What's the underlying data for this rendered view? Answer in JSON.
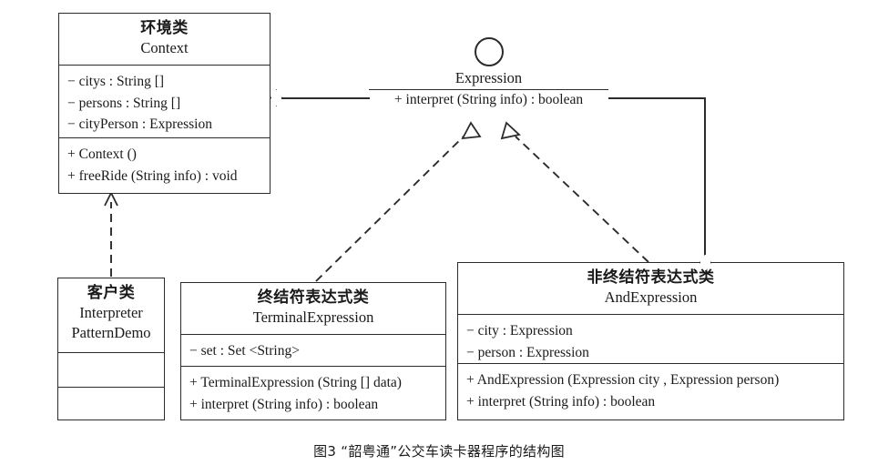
{
  "diagram": {
    "title_caption": "图3  “韶粤通”公交车读卡器程序的结构图",
    "accent_color": "#2b2b2b",
    "background": "#ffffff",
    "classes": [
      {
        "id": "context",
        "name_cn": "环境类",
        "name_en": "Context",
        "attributes": [
          "− citys : String []",
          "− persons : String []",
          "− cityPerson : Expression"
        ],
        "operations": [
          "+ Context ()",
          "+ freeRide (String info) : void"
        ]
      },
      {
        "id": "interpreter-pattern-demo",
        "name_cn": "客户类",
        "name_en_line1": "Interpreter",
        "name_en_line2": "PatternDemo",
        "attributes": [],
        "operations": []
      },
      {
        "id": "terminal-expression",
        "name_cn": "终结符表达式类",
        "name_en": "TerminalExpression",
        "attributes": [
          "− set : Set <String>"
        ],
        "operations": [
          "+ TerminalExpression (String [] data)",
          "+ interpret (String info) : boolean"
        ]
      },
      {
        "id": "and-expression",
        "name_cn": "非终结符表达式类",
        "name_en": "AndExpression",
        "attributes": [
          "− city : Expression",
          "− person : Expression"
        ],
        "operations": [
          "+ AndExpression (Expression city , Expression person)",
          "+ interpret (String info) : boolean"
        ]
      }
    ],
    "interface": {
      "id": "expression",
      "name": "Expression",
      "operation": "+ interpret (String info) : boolean",
      "notation": "lollipop-circle"
    },
    "relationships": [
      {
        "type": "aggregation",
        "from": "context",
        "to": "expression",
        "marker": "hollow-diamond"
      },
      {
        "type": "aggregation",
        "from": "and-expression",
        "to": "expression",
        "marker": "hollow-diamond"
      },
      {
        "type": "realization",
        "from": "terminal-expression",
        "to": "expression",
        "marker": "hollow-triangle-dashed"
      },
      {
        "type": "realization",
        "from": "and-expression",
        "to": "expression",
        "marker": "hollow-triangle-dashed"
      },
      {
        "type": "dependency",
        "from": "interpreter-pattern-demo",
        "to": "context",
        "marker": "open-arrow-dashed"
      }
    ]
  }
}
